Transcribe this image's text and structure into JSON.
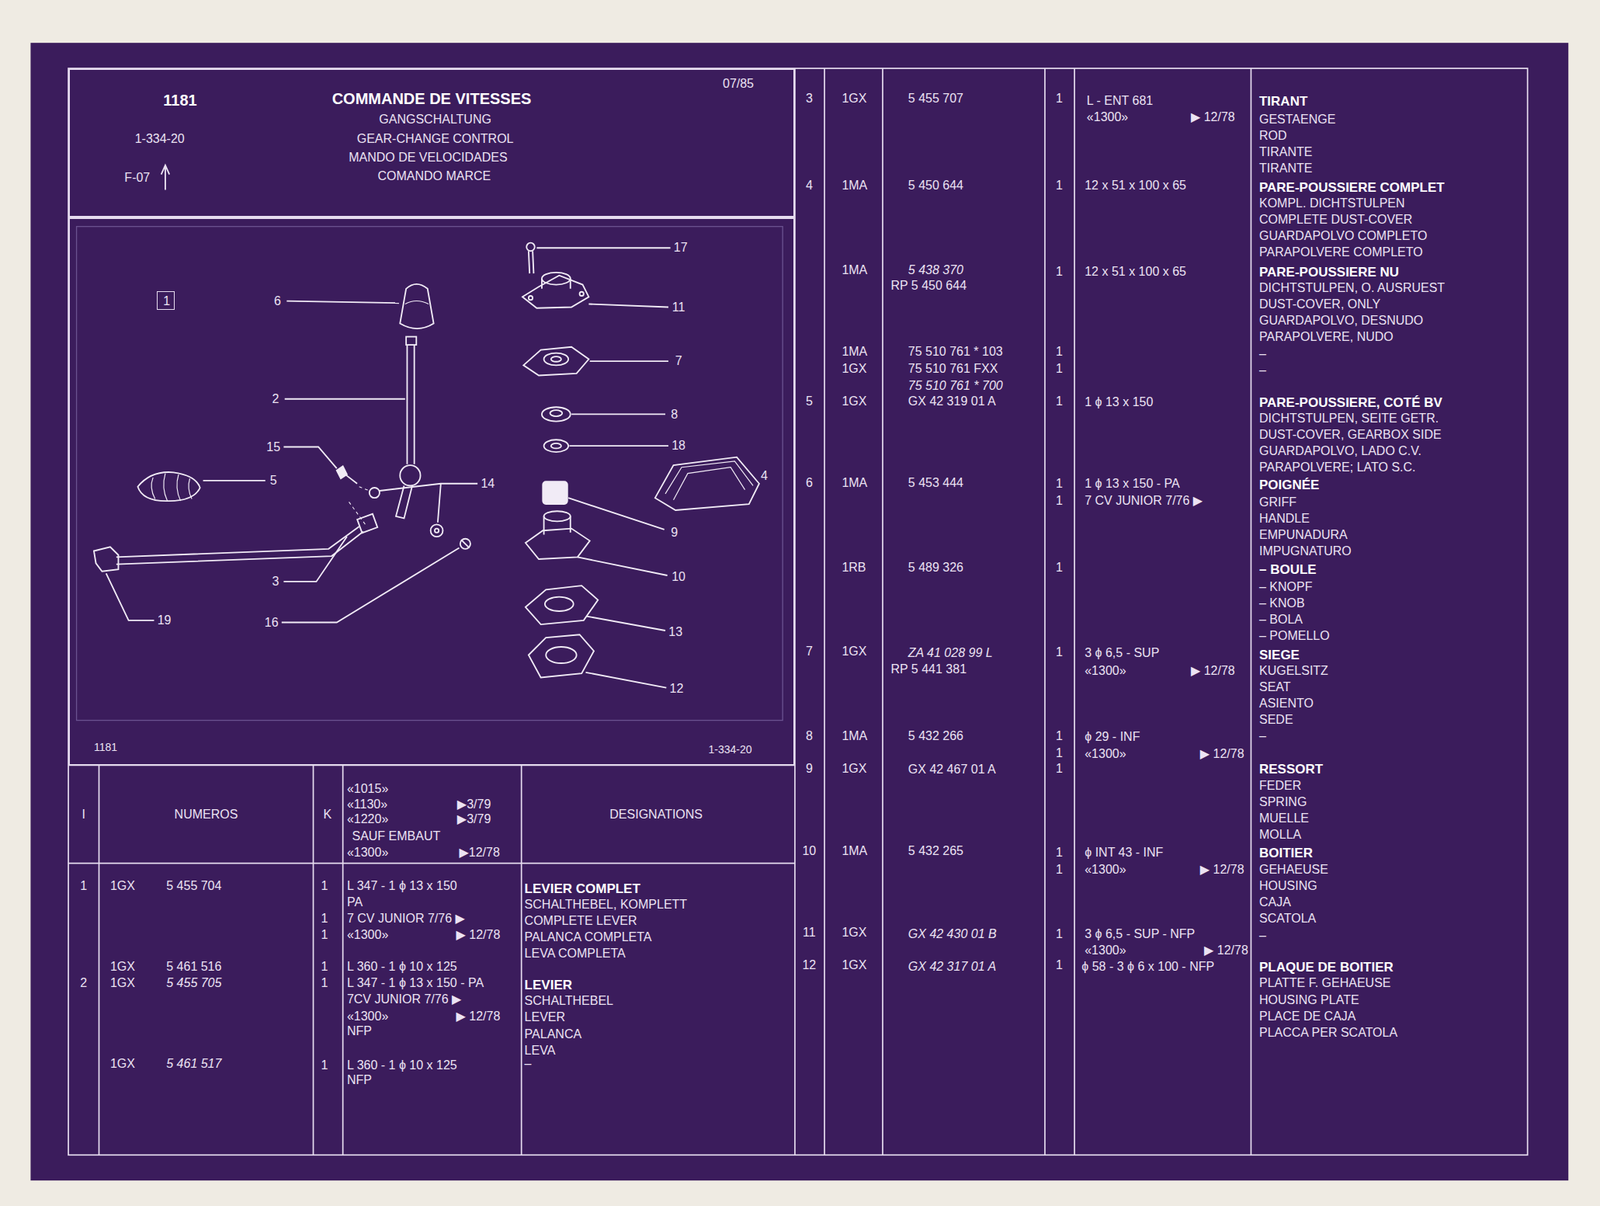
{
  "diagram": {
    "title": "COMMANDE DE VITESSES",
    "nodes": [
      {
        "text": [
          "1181",
          "1-334-20",
          "F-07",
          "GANGSCHALTUNG",
          "GEAR-CHANGE CONTROL",
          "MANDO DE VELOCIDADES",
          "COMANDO MARCE",
          "07/85"
        ]
      },
      {
        "text": [
          "1181",
          "1-334-20"
        ]
      },
      {
        "text": [
          "1"
        ],
        "in": 1
      }
    ],
    "labels": [
      "6",
      "2",
      "15",
      "5",
      "3",
      "16",
      "19",
      "14",
      "17",
      "11",
      "7",
      "8",
      "18",
      "4",
      "9",
      "10",
      "13",
      "12",
      "I",
      "NUMEROS",
      "K",
      "«1015»",
      "«1130»",
      "▶3/79",
      "«1220»",
      "▶3/79",
      "SAUF EMBAUT",
      "«1300»",
      "▶12/78",
      "DESIGNATIONS",
      "1",
      "1GX",
      "5 455 704",
      "1",
      "L 347 - 1 ϕ 13 x 150",
      "PA",
      "LEVIER COMPLET",
      "SCHALTHEBEL, KOMPLETT",
      "1",
      "7 CV JUNIOR 7/76 ▶",
      "COMPLETE LEVER",
      "1",
      "«1300»",
      "▶ 12/78",
      "PALANCA COMPLETA",
      "LEVA COMPLETA",
      "1GX",
      "5 461 516",
      "1",
      "L 360 - 1 ϕ 10 x 125",
      "2",
      "1GX",
      "5 455 705",
      "1",
      "L 347 - 1 ϕ 13 x 150 - PA",
      "LEVIER",
      "7CV JUNIOR 7/76 ▶",
      "SCHALTHEBEL",
      "«1300»",
      "▶ 12/78",
      "LEVER",
      "NFP",
      "PALANCA",
      "LEVA",
      "1GX",
      "5 461 517",
      "1",
      "L 360 - 1 ϕ 10 x 125",
      "NFP",
      "–",
      "3",
      "1GX",
      "5 455 707",
      "1",
      "L - ENT 681",
      "TIRANT",
      "«1300»",
      "▶ 12/78",
      "GESTAENGE",
      "ROD",
      "TIRANTE",
      "TIRANTE",
      "4",
      "1MA",
      "5 450 644",
      "1",
      "12 x 51 x 100 x 65",
      "PARE-POUSSIERE COMPLET",
      "KOMPL. DICHTSTULPEN",
      "COMPLETE DUST-COVER",
      "GUARDAPOLVO COMPLETO",
      "PARAPOLVERE COMPLETO",
      "1MA",
      "5 438 370",
      "1",
      "12 x 51 x 100 x 65",
      "PARE-POUSSIERE NU",
      "RP 5 450 644",
      "DICHTSTULPEN, O. AUSRUEST",
      "DUST-COVER, ONLY",
      "GUARDAPOLVO, DESNUDO",
      "PARAPOLVERE, NUDO",
      "1MA",
      "75 510 761 * 103",
      "1",
      "–",
      "1GX",
      "75 510 761 FXX",
      "1",
      "–",
      "75 510 761 * 700",
      "5",
      "1GX",
      "GX 42 319 01 A",
      "1",
      "1 ϕ 13 x 150",
      "PARE-POUSSIERE, COTÉ BV",
      "DICHTSTULPEN, SEITE GETR.",
      "DUST-COVER, GEARBOX SIDE",
      "GUARDAPOLVO, LADO C.V.",
      "PARAPOLVERE; LATO S.C.",
      "6",
      "1MA",
      "5 453 444",
      "1",
      "1 ϕ 13 x 150 - PA",
      "POIGNÉE",
      "1",
      "7 CV JUNIOR 7/76 ▶",
      "GRIFF",
      "HANDLE",
      "EMPUNADURA",
      "IMPUGNATURO",
      "1RB",
      "5 489 326",
      "1",
      "– BOULE",
      "– KNOPF",
      "– KNOB",
      "– BOLA",
      "– POMELLO",
      "7",
      "1GX",
      "ZA 41 028 99 L",
      "1",
      "3 ϕ 6,5 - SUP",
      "SIEGE",
      "RP 5 441 381",
      "«1300»",
      "▶ 12/78",
      "KUGELSITZ",
      "SEAT",
      "ASIENTO",
      "SEDE",
      "8",
      "1MA",
      "5 432 266",
      "1",
      "ϕ 29 - INF",
      "–",
      "1",
      "«1300»",
      "▶ 12/78",
      "9",
      "1GX",
      "GX 42 467 01 A",
      "1",
      "RESSORT",
      "FEDER",
      "SPRING",
      "MUELLE",
      "MOLLA",
      "10",
      "1MA",
      "5 432 265",
      "1",
      "ϕ INT 43 - INF",
      "BOITIER",
      "1",
      "«1300»",
      "▶ 12/78",
      "GEHAEUSE",
      "HOUSING",
      "CAJA",
      "SCATOLA",
      "11",
      "1GX",
      "GX 42 430 01 B",
      "1",
      "3 ϕ 6,5 - SUP - NFP",
      "–",
      "«1300»",
      "▶ 12/78",
      "12",
      "1GX",
      "GX 42 317 01 A",
      "1",
      "ϕ 58 - 3 ϕ 6 x 100 - NFP",
      "PLAQUE DE BOITIER",
      "PLATTE F. GEHAEUSE",
      "HOUSING PLATE",
      "PLACE DE CAJA",
      "PLACCA PER SCATOLA"
    ]
  }
}
